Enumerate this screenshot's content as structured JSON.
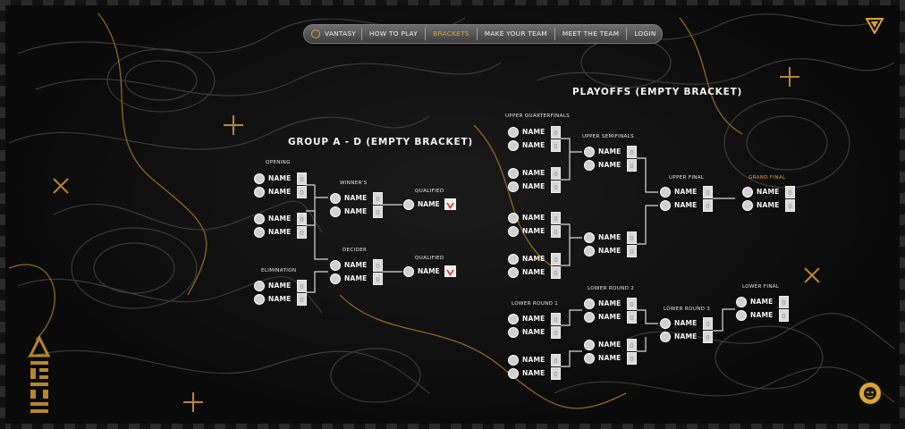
{
  "nav": {
    "brand": "VANTASY",
    "items": [
      {
        "label": "HOW TO PLAY",
        "active": false
      },
      {
        "label": "BRACKETS",
        "active": true
      },
      {
        "label": "MAKE YOUR TEAM",
        "active": false
      },
      {
        "label": "MEET THE TEAM",
        "active": false
      },
      {
        "label": "LOGIN",
        "active": false
      }
    ],
    "accent": "#d9a437"
  },
  "group": {
    "title": "GROUP A - D (EMPTY BRACKET)",
    "labels": {
      "opening": "OPENING",
      "winners": "WINNER'S",
      "elimination": "ELIMINATION",
      "decider": "DECIDER",
      "qualified_1": "QUALIFIED",
      "qualified_2": "QUALIFIED"
    }
  },
  "playoffs": {
    "title": "PLAYOFFS (EMPTY BRACKET)",
    "labels": {
      "upper_quarterfinals": "UPPER QUARTERFINALS",
      "upper_semifinals": "UPPER SEMIFINALS",
      "upper_final": "UPPER FINAL",
      "grand_final": "GRAND FINAL",
      "lower_round_1": "LOWER ROUND 1",
      "lower_round_2": "LOWER ROUND 2",
      "lower_round_3": "LOWER ROUND 3",
      "lower_final": "LOWER FINAL"
    }
  },
  "slot": {
    "name": "NAME",
    "score": "0"
  },
  "icons": {
    "brand": "vantasy-logo-icon",
    "qualified": "team-logo-icon",
    "corner": "triangle-down-icon",
    "profile": "lion-avatar-icon",
    "side": "vantasy-vertical-logo-icon"
  }
}
